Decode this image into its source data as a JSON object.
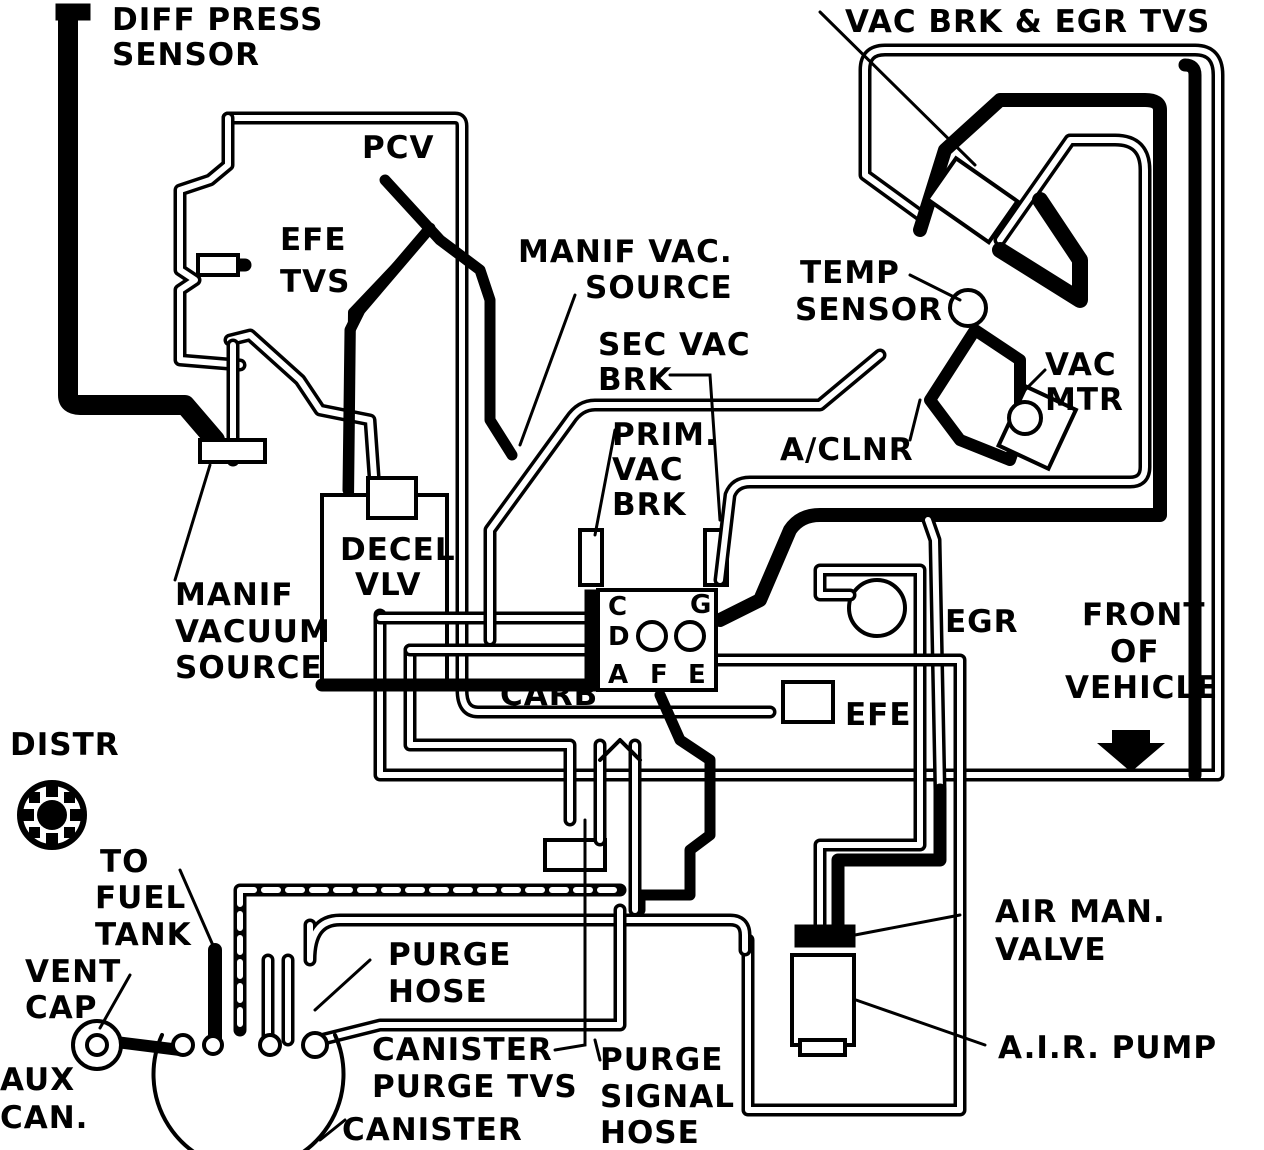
{
  "labels": {
    "diff_press_sensor": [
      "DIFF PRESS",
      "SENSOR"
    ],
    "vac_brk_egr_tvs": "VAC BRK & EGR TVS",
    "pcv": "PCV",
    "efe_tvs": [
      "EFE",
      "TVS"
    ],
    "manif_vac_source_top": [
      "MANIF VAC.",
      "SOURCE"
    ],
    "temp_sensor": [
      "TEMP",
      "SENSOR"
    ],
    "sec_vac_brk": [
      "SEC VAC",
      "BRK"
    ],
    "vac_mtr": [
      "VAC",
      "MTR"
    ],
    "a_clnr": "A/CLNR",
    "prim_vac_brk": [
      "PRIM.",
      "VAC",
      "BRK"
    ],
    "decel_vlv": [
      "DECEL",
      "VLV"
    ],
    "manif_vacuum_source": [
      "MANIF",
      "VACUUM",
      "SOURCE"
    ],
    "egr": "EGR",
    "front_of_vehicle": [
      "FRONT",
      "OF",
      "VEHICLE"
    ],
    "carb": "CARB",
    "efe": "EFE",
    "distr": "DISTR",
    "to_fuel_tank": [
      "TO",
      "FUEL",
      "TANK"
    ],
    "vent_cap": [
      "VENT",
      "CAP"
    ],
    "aux_can": [
      "AUX",
      "CAN."
    ],
    "purge_hose": [
      "PURGE",
      "HOSE"
    ],
    "air_man_valve": [
      "AIR MAN.",
      "VALVE"
    ],
    "air_pump": "A.I.R. PUMP",
    "canister_purge_tvs": [
      "CANISTER",
      "PURGE TVS"
    ],
    "purge_signal_hose": [
      "PURGE",
      "SIGNAL",
      "HOSE"
    ],
    "canister": "CANISTER"
  },
  "carb_ports": {
    "c": "C",
    "d": "D",
    "a": "A",
    "f": "F",
    "e": "E",
    "g": "G"
  },
  "icons": [
    "distributor-icon",
    "front-arrow-icon"
  ],
  "colors": {
    "line": "#000000",
    "background": "#ffffff"
  }
}
